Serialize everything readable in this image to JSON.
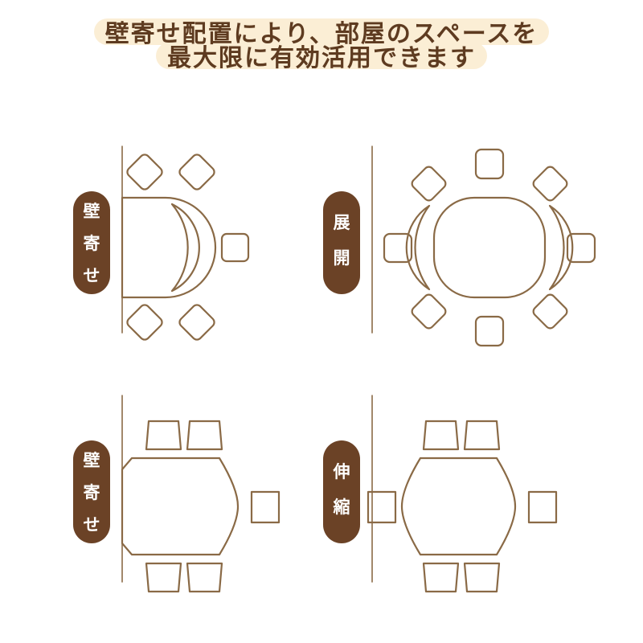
{
  "page": {
    "background_color": "#ffffff",
    "ink_color": "#8a6a46",
    "tag_color": "#6b4226",
    "highlight_color": "#fbeed5",
    "heading_text_color": "#5e3b20"
  },
  "heading": {
    "line1": "壁寄せ配置により、部屋のスペースを",
    "line2": "最大限に有効活用できます"
  },
  "panels": [
    {
      "id": "round-table-wall",
      "tag": "壁寄せ",
      "tag_chars": [
        "壁",
        "寄",
        "せ"
      ],
      "table_shape": "round-folded",
      "wall": true,
      "chair_count": 5,
      "leaf_state": "folded"
    },
    {
      "id": "round-table-extended",
      "tag": "展開",
      "tag_chars": [
        "展",
        "開"
      ],
      "table_shape": "round-extended",
      "wall": true,
      "chair_count": 8,
      "leaf_state": "extended"
    },
    {
      "id": "oval-table-wall",
      "tag": "壁寄せ",
      "tag_chars": [
        "壁",
        "寄",
        "せ"
      ],
      "table_shape": "oval-against-wall",
      "wall": true,
      "chair_count": 5,
      "leaf_state": "compact"
    },
    {
      "id": "oval-table-extended",
      "tag": "伸縮",
      "tag_chars": [
        "伸",
        "縮"
      ],
      "table_shape": "oval-extended",
      "wall": true,
      "chair_count": 6,
      "leaf_state": "extended"
    }
  ]
}
